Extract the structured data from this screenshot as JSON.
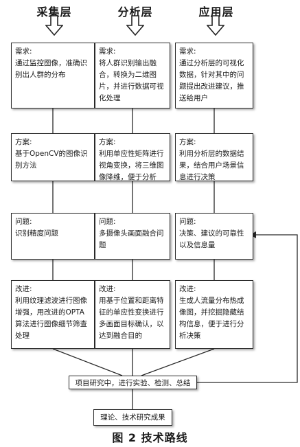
{
  "layers": [
    {
      "title": "采集层"
    },
    {
      "title": "分析层"
    },
    {
      "title": "应用层"
    }
  ],
  "columns": [
    {
      "requirement": {
        "label": "需求:",
        "body": "通过监控图像，准确识别出人群的分布"
      },
      "plan": {
        "label": "方案:",
        "body": "基于OpenCV的图像识别方法"
      },
      "problem": {
        "label": "问题:",
        "body": "识别精度问题"
      },
      "improve": {
        "label": "改进:",
        "body": "利用纹理滤波进行图像增强，用改进的OPTA算法进行图像细节筛查处理"
      }
    },
    {
      "requirement": {
        "label": "需求:",
        "body": "将人群识别输出融合，转换为二维图片，并进行数据可视化处理"
      },
      "plan": {
        "label": "方案:",
        "body": "利用单应性矩阵进行视角变换，将三维图像降维，便于分析"
      },
      "problem": {
        "label": "问题:",
        "body": "多摄像头画面融合问题"
      },
      "improve": {
        "label": "改进:",
        "body": "用基于位置和距离特征的单应性变换进行多画面目标确认，以达到融合目的"
      }
    },
    {
      "requirement": {
        "label": "需求:",
        "body": "通过分析层的可视化数据，针对其中的问题提出改进建议，推送给用户"
      },
      "plan": {
        "label": "方案:",
        "body": "利用分析层的数据结果，结合用户场景信息进行决策"
      },
      "problem": {
        "label": "问题:",
        "body": "决策、建议的可靠性以及信息量"
      },
      "improve": {
        "label": "改进:",
        "body": "生成人流量分布热成像图，并挖掘隐藏结构信息，便于进行分析决策"
      }
    }
  ],
  "summary": "项目研究中，进行实验、检测、总结",
  "result": "理论、技术研究成果",
  "caption": "图 2  技术路线"
}
